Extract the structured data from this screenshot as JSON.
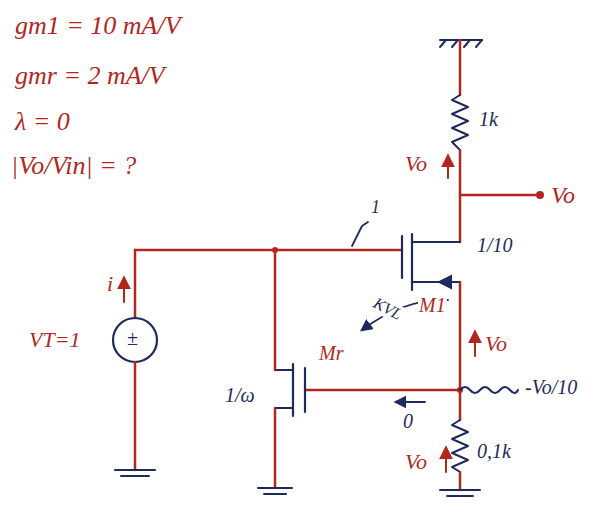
{
  "diagram": {
    "labels": [
      "gm1 = 10 mA/V",
      "gmr = 2 mA/V",
      "λ = 0",
      "|Vo/Vin| = ?",
      "1k",
      "Vo",
      "Vo",
      "1",
      "1/10",
      "M1",
      "KVL",
      "Vo",
      "Mr",
      "1/ω",
      "0",
      "-Vo/10",
      "Vo",
      "0,1k",
      "i",
      "±",
      "VT=1"
    ]
  }
}
